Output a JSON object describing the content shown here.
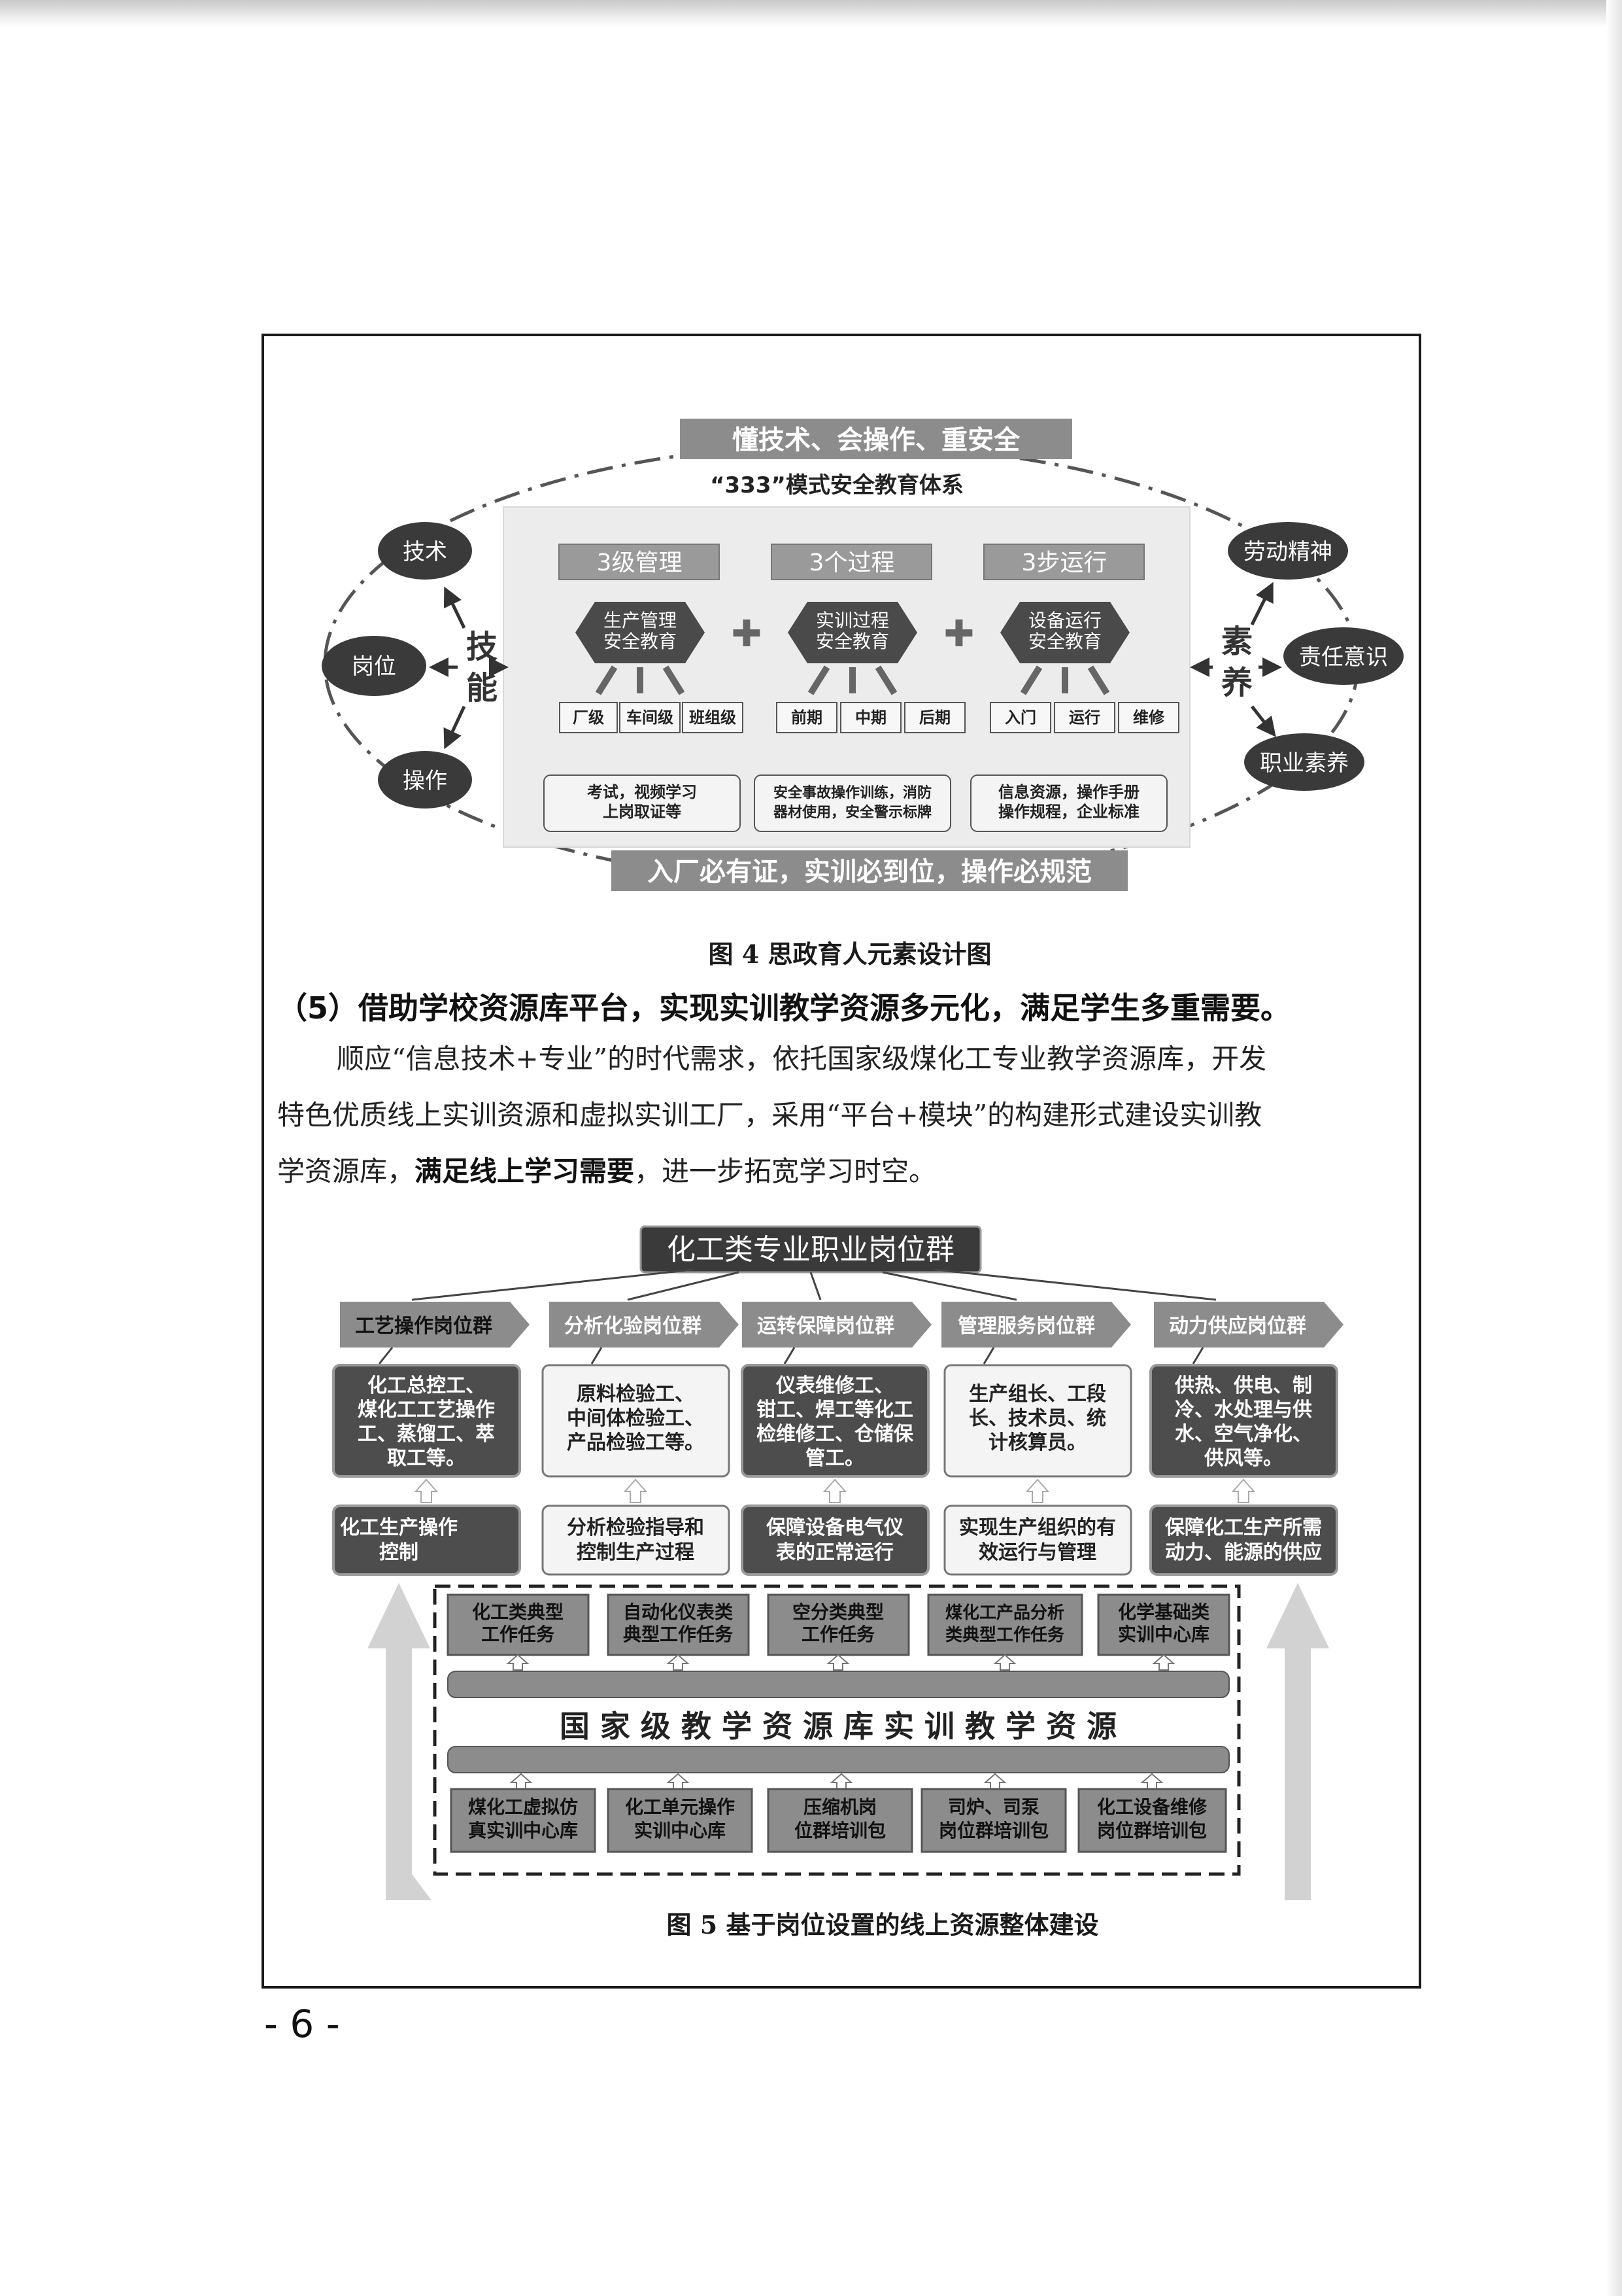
{
  "fig4": {
    "banner_top": "懂技术、会操作、重安全",
    "subtitle": "“333”模式安全教育体系",
    "left_skills": [
      "技术",
      "岗位",
      "操作"
    ],
    "left_label": [
      "技",
      "能"
    ],
    "right_label": [
      "素",
      "养"
    ],
    "right_qualities": [
      "劳动精神",
      "责任意识",
      "职业素养"
    ],
    "columns": [
      {
        "title": "3级管理",
        "hex": "生产管理\n安全教育",
        "subs": [
          "厂级",
          "车间级",
          "班组级"
        ],
        "note": "考试，视频学习\n上岗取证等"
      },
      {
        "title": "3个过程",
        "hex": "实训过程\n安全教育",
        "subs": [
          "前期",
          "中期",
          "后期"
        ],
        "note": "安全事故操作训练，消防\n器材使用，安全警示标牌"
      },
      {
        "title": "3步运行",
        "hex": "设备运行\n安全教育",
        "subs": [
          "入门",
          "运行",
          "维修"
        ],
        "note": "信息资源，操作手册\n操作规程，企业标准"
      }
    ],
    "plus": "✚",
    "banner_bottom": "入厂必有证，实训必到位，操作必规范",
    "caption": "图 4  思政育人元素设计图"
  },
  "section5": {
    "heading": "（5）借助学校资源库平台，实现实训教学资源多元化，满足学生多重需要。",
    "line1": "顺应“信息技术+专业”的时代需求，依托国家级煤化工专业教学资源库，开发",
    "line2": "特色优质线上实训资源和虚拟实训工厂，采用“平台+模块”的构建形式建设实训教",
    "line3_pre": "学资源库，",
    "line3_bold": "满足线上学习需要",
    "line3_post": "，进一步拓宽学习时空。"
  },
  "fig5": {
    "title": "化工类专业职业岗位群",
    "groups": [
      {
        "name": "工艺操作岗位群",
        "jobs": "化工总控工、\n煤化工工艺操作\n工、蒸馏工、萃\n取工等。",
        "func": "化工生产操作\n控制"
      },
      {
        "name": "分析化验岗位群",
        "jobs": "原料检验工、\n中间体检验工、\n产品检验工等。",
        "func": "分析检验指导和\n控制生产过程"
      },
      {
        "name": "运转保障岗位群",
        "jobs": "仪表维修工、\n钳工、焊工等化工\n检维修工、仓储保\n管工。",
        "func": "保障设备电气仪\n表的正常运行"
      },
      {
        "name": "管理服务岗位群",
        "jobs": "生产组长、工段\n长、技术员、统\n计核算员。",
        "func": "实现生产组织的有\n效运行与管理"
      },
      {
        "name": "动力供应岗位群",
        "jobs": "供热、供电、制\n冷、水处理与供\n水、空气净化、\n供风等。",
        "func": "保障化工生产所需\n动力、能源的供应"
      }
    ],
    "top_tasks": [
      "化工类典型\n工作任务",
      "自动化仪表类\n典型工作任务",
      "空分类典型\n工作任务",
      "煤化工产品分析\n类典型工作任务",
      "化学基础类\n实训中心库"
    ],
    "bar_label": "国 家 级 教 学 资 源 库 实 训 教 学 资 源",
    "bottom_libs": [
      "煤化工虚拟仿\n真实训中心库",
      "化工单元操作\n实训中心库",
      "压缩机岗\n位群培训包",
      "司炉、司泵\n岗位群培训包",
      "化工设备维修\n岗位群培训包"
    ],
    "caption": "图 5    基于岗位设置的线上资源整体建设"
  },
  "page_number": "- 6 -",
  "colors": {
    "dark_node": "#3a3a3a",
    "banner": "#8c8c8c",
    "panel": "#ececec",
    "arrow": "#d2d2d2"
  }
}
